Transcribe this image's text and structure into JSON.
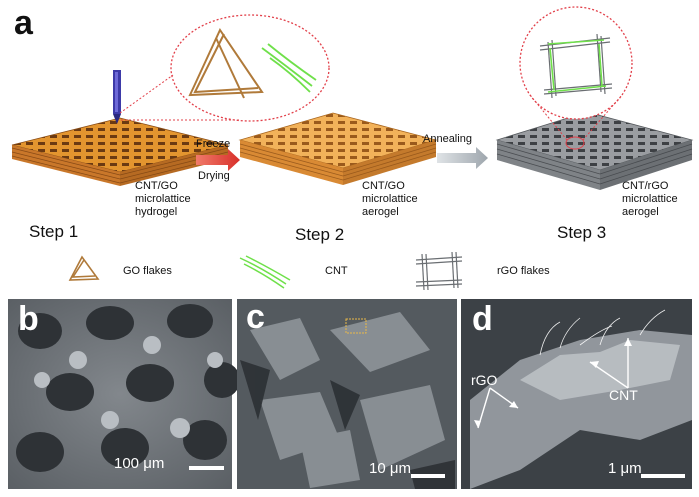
{
  "panel_a": {
    "letter": "a",
    "steps": {
      "step1": "Step 1",
      "step2": "Step 2",
      "step3": "Step 3"
    },
    "descriptions": {
      "d1": [
        "CNT/GO",
        "microlattice",
        "hydrogel"
      ],
      "d2": [
        "CNT/GO",
        "microlattice",
        "aerogel"
      ],
      "d3": [
        "CNT/rGO",
        "microlattice",
        "aerogel"
      ]
    },
    "arrows": {
      "freeze_top": "Freeze",
      "freeze_bottom": "Drying",
      "annealing": "Annealing"
    },
    "legend": {
      "go": "GO flakes",
      "cnt": "CNT",
      "rgo": "rGO flakes"
    },
    "colors": {
      "hydrogel": "#d58a2a",
      "aerogel": "#e8a24a",
      "rgo_lattice": "#8a8d91",
      "cnt_green": "#6fe04a",
      "arrow_red": "#e8463c",
      "arrow_gray": "#b9bfc4",
      "magnify_red": "#e2404a"
    }
  },
  "panel_b": {
    "letter": "b",
    "scale": "100 μm"
  },
  "panel_c": {
    "letter": "c",
    "scale": "10 μm"
  },
  "panel_d": {
    "letter": "d",
    "scale": "1 μm",
    "label_rgo": "rGO",
    "label_cnt": "CNT"
  }
}
